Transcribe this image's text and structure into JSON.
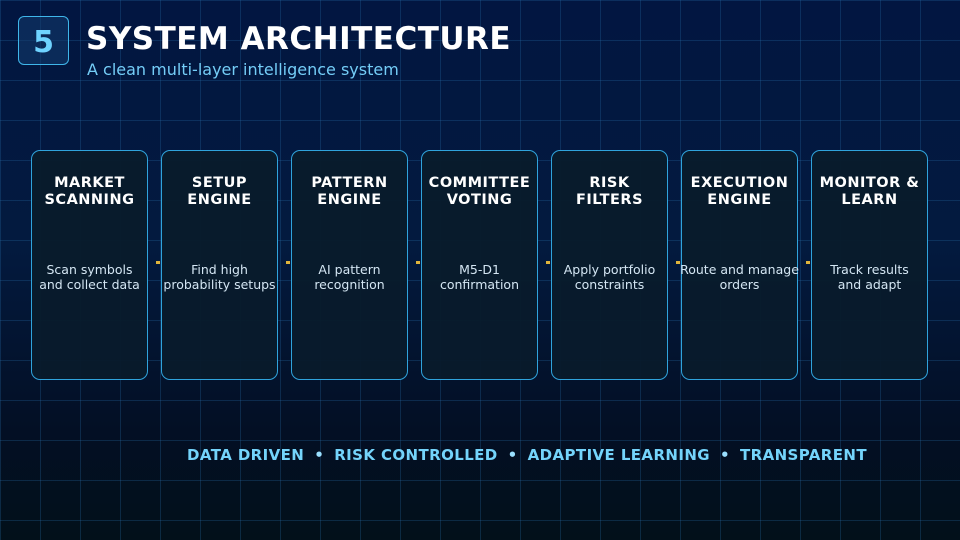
{
  "header": {
    "badge": "5",
    "title": "SYSTEM ARCHITECTURE",
    "subtitle": "A clean multi-layer intelligence system"
  },
  "stages": [
    {
      "title": "MARKET\nSCANNING",
      "desc": "Scan symbols\nand collect data"
    },
    {
      "title": "SETUP\nENGINE",
      "desc": "Find high\nprobability setups"
    },
    {
      "title": "PATTERN\nENGINE",
      "desc": "AI pattern\nrecognition"
    },
    {
      "title": "COMMITTEE\nVOTING",
      "desc": "M5-D1\nconfirmation"
    },
    {
      "title": "RISK\nFILTERS",
      "desc": "Apply portfolio\nconstraints"
    },
    {
      "title": "EXECUTION\nENGINE",
      "desc": "Route and manage\norders"
    },
    {
      "title": "MONITOR &\nLEARN",
      "desc": "Track results\nand adapt"
    }
  ],
  "footer": {
    "items": [
      "DATA DRIVEN",
      "RISK CONTROLLED",
      "ADAPTIVE LEARNING",
      "TRANSPARENT"
    ],
    "separator": "•"
  },
  "colors": {
    "accent": "#74d4fb",
    "card_border": "#2fa3dc",
    "connector": "#e0b43c"
  }
}
